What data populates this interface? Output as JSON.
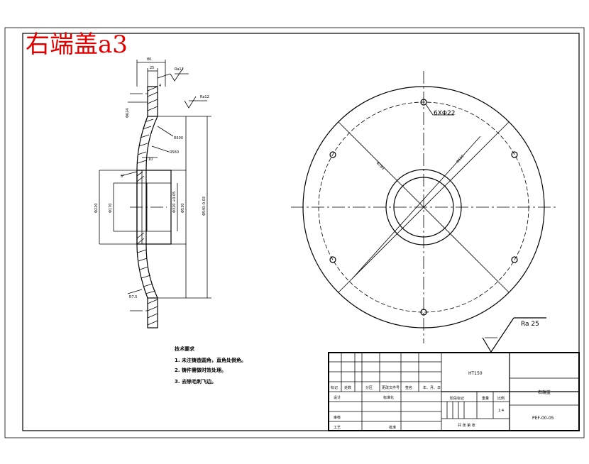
{
  "sheet_title": "右端盖a3",
  "side_view": {
    "dims": {
      "overall_width": "80",
      "flange_width": "25",
      "step": "4",
      "bolt_circle": "Φ624",
      "radius_outer": "R500",
      "radius_inner": "R560",
      "offset": "10",
      "chamfer": "5°",
      "bore_dia": "Φ220",
      "hub_dia": "Φ170",
      "seat_dia": "Φ320",
      "seat_tol": "+0.05",
      "inner_dia": "Φ530",
      "outer_dia": "Φ540",
      "outer_tol": "-0.03",
      "bottom_radius": "R7.5"
    },
    "roughness": [
      "Ra12",
      "Ra12"
    ]
  },
  "front_view": {
    "hole_spec": "6XΦ22",
    "dim_a": "Φ780",
    "dim_b": "Φ650"
  },
  "roughness_main": "Ra 25",
  "tech_notes": {
    "heading": "技术要求",
    "items": [
      "1. 未注铸造圆角，直角处倒角。",
      "2. 铸件需做时效处理。",
      "3. 去除毛刺飞边。"
    ]
  },
  "title_block": {
    "material": "HT150",
    "part_name": "右端盖",
    "scale": "1:4",
    "drawing_no": "PEF-00-05",
    "headers": [
      "标记",
      "处数",
      "分区",
      "更改文件号",
      "签名",
      "年、月、日"
    ],
    "row_labels": [
      "设计",
      "审核",
      "工艺"
    ],
    "std_label": "标准化",
    "approve_label": "批准",
    "stage_label": "阶段标记",
    "weight_label": "重量",
    "ratio_label": "比例",
    "sheets_label": "共  张  第  张"
  }
}
